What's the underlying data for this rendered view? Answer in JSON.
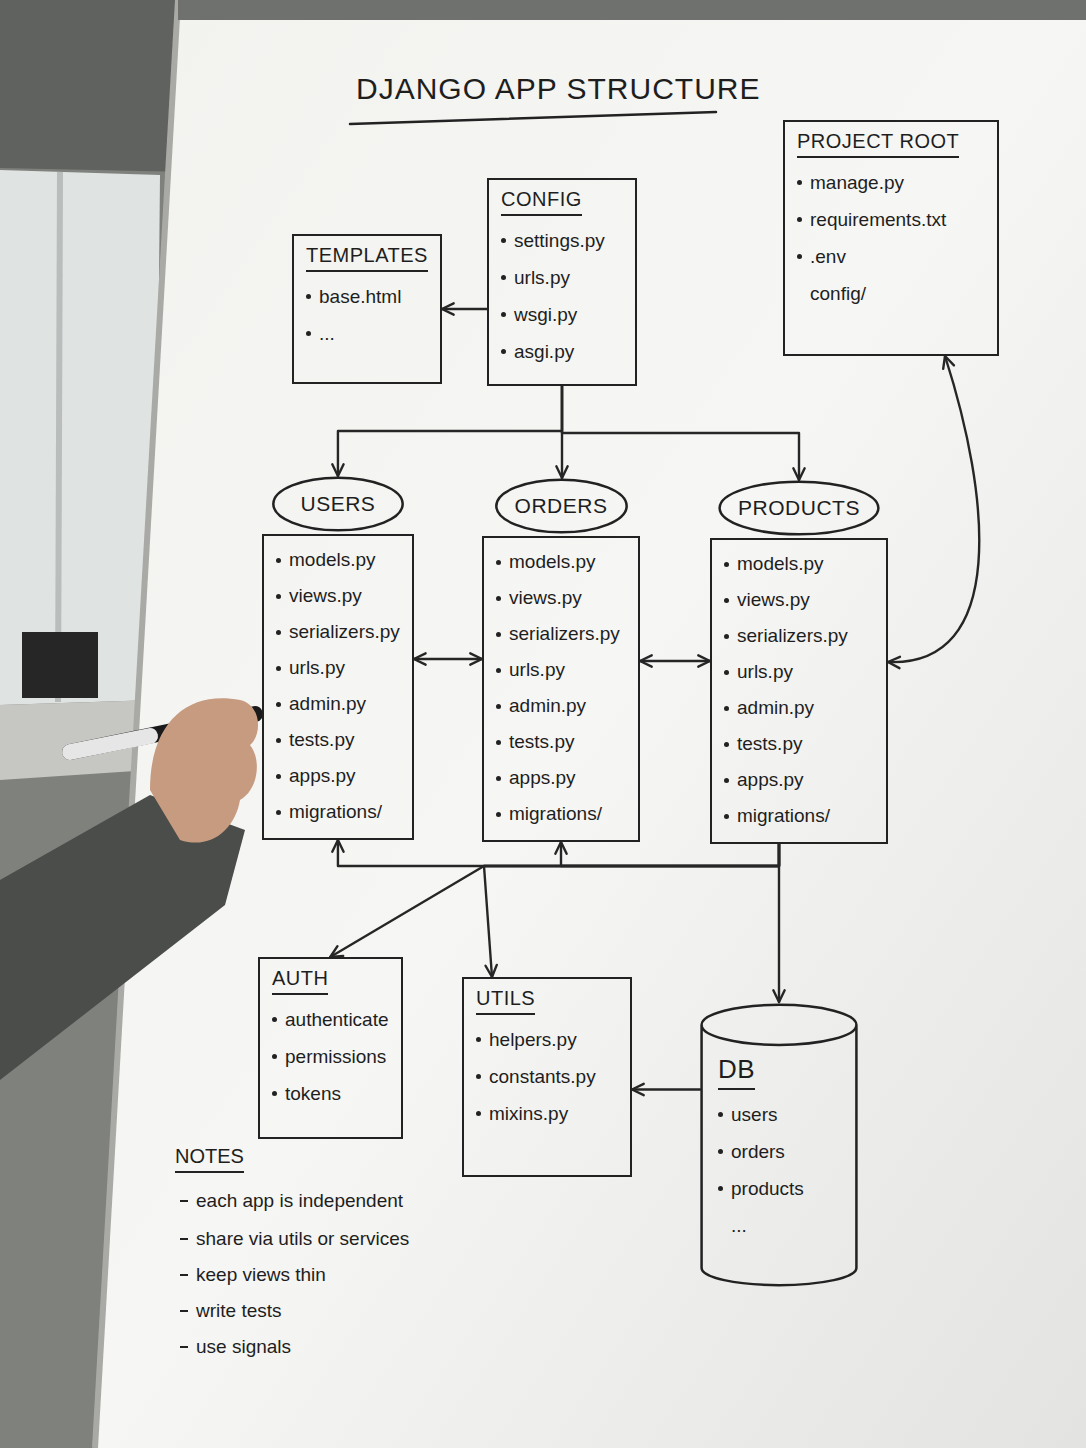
{
  "diagram": {
    "title": "DJANGO APP STRUCTURE",
    "nodes": [
      {
        "text": [
          "TEMPLATES",
          "base.html",
          "..."
        ]
      },
      {
        "text": [
          "CONFIG",
          "settings.py",
          "urls.py",
          "wsgi.py",
          "asgi.py"
        ]
      },
      {
        "text": [
          "PROJECT ROOT",
          "manage.py",
          "requirements.txt",
          ".env",
          "config/"
        ]
      },
      {
        "text": [
          "USERS",
          "models.py",
          "views.py",
          "serializers.py",
          "urls.py",
          "admin.py",
          "tests.py",
          "apps.py",
          "migrations/"
        ]
      },
      {
        "text": [
          "ORDERS",
          "models.py",
          "views.py",
          "serializers.py",
          "urls.py",
          "admin.py",
          "tests.py",
          "apps.py",
          "migrations/"
        ]
      },
      {
        "text": [
          "PRODUCTS",
          "models.py",
          "views.py",
          "serializers.py",
          "urls.py",
          "admin.py",
          "tests.py",
          "apps.py",
          "migrations/"
        ]
      },
      {
        "text": [
          "AUTH",
          "authenticate",
          "permissions",
          "tokens"
        ]
      },
      {
        "text": [
          "UTILS",
          "helpers.py",
          "constants.py",
          "mixins.py"
        ]
      },
      {
        "text": [
          "DB",
          "users",
          "orders",
          "products",
          "..."
        ]
      }
    ],
    "edges": [
      {
        "from": 1,
        "to": 0,
        "arrow": "to"
      },
      {
        "from": 1,
        "to": 3,
        "arrow": "to"
      },
      {
        "from": 1,
        "to": 4,
        "arrow": "to"
      },
      {
        "from": 1,
        "to": 5,
        "arrow": "to"
      },
      {
        "from": 3,
        "to": 4,
        "arrow": "both"
      },
      {
        "from": 4,
        "to": 5,
        "arrow": "both"
      },
      {
        "from": 2,
        "to": 5,
        "arrow": "both"
      },
      {
        "from": 5,
        "to": 3,
        "arrow": "to"
      },
      {
        "from": 5,
        "to": 4,
        "arrow": "to"
      },
      {
        "from": 5,
        "to": 6,
        "arrow": "to"
      },
      {
        "from": 5,
        "to": 7,
        "arrow": "to"
      },
      {
        "from": 5,
        "to": 8,
        "arrow": "to"
      },
      {
        "from": 8,
        "to": 7,
        "arrow": "to"
      }
    ],
    "labels": [
      "NOTES",
      "each app is independent",
      "share via utils or services",
      "keep views thin",
      "write tests",
      "use signals"
    ]
  }
}
